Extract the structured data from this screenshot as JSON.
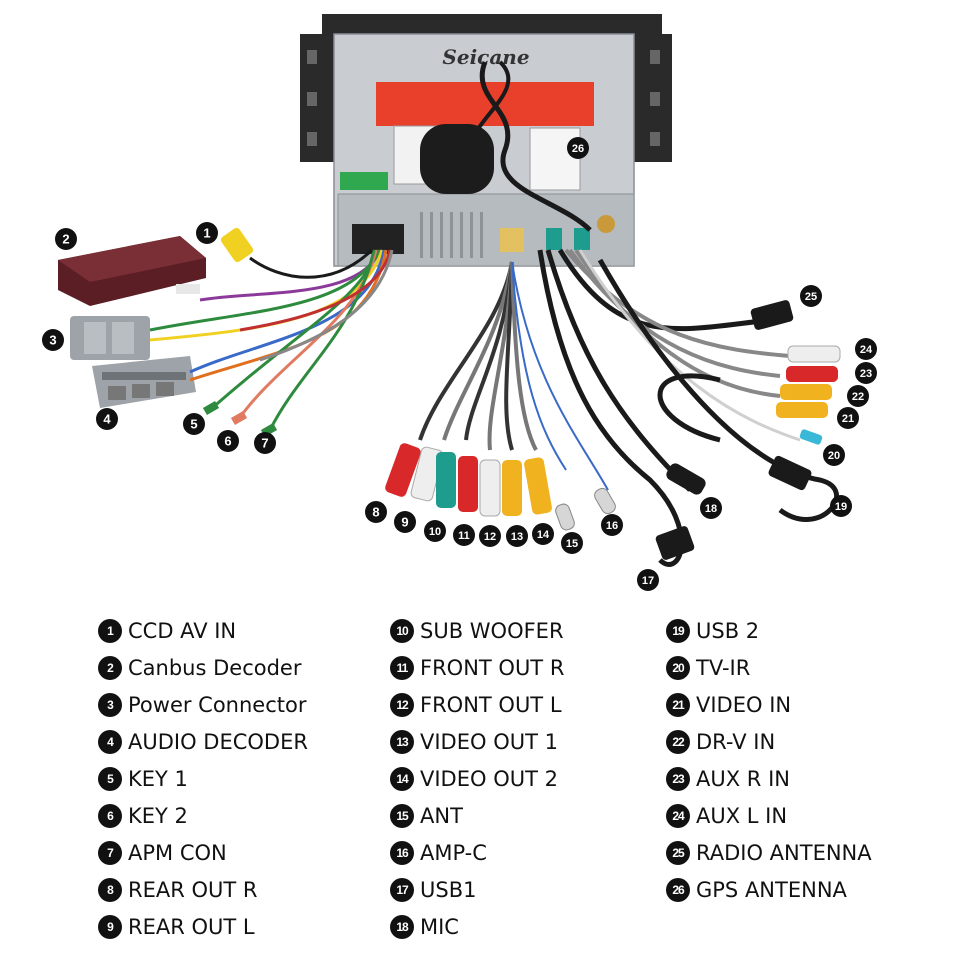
{
  "brand": "Seicane",
  "callouts": [
    {
      "num": "1",
      "label": "CCD AV IN"
    },
    {
      "num": "2",
      "label": "Canbus Decoder"
    },
    {
      "num": "3",
      "label": "Power Connector"
    },
    {
      "num": "4",
      "label": "AUDIO DECODER"
    },
    {
      "num": "5",
      "label": "KEY 1"
    },
    {
      "num": "6",
      "label": "KEY 2"
    },
    {
      "num": "7",
      "label": "APM CON"
    },
    {
      "num": "8",
      "label": "REAR OUT R"
    },
    {
      "num": "9",
      "label": "REAR OUT L"
    },
    {
      "num": "10",
      "label": "SUB WOOFER"
    },
    {
      "num": "11",
      "label": "FRONT OUT R"
    },
    {
      "num": "12",
      "label": "FRONT OUT L"
    },
    {
      "num": "13",
      "label": "VIDEO OUT 1"
    },
    {
      "num": "14",
      "label": "VIDEO OUT 2"
    },
    {
      "num": "15",
      "label": "ANT"
    },
    {
      "num": "16",
      "label": "AMP-C"
    },
    {
      "num": "17",
      "label": "USB1"
    },
    {
      "num": "18",
      "label": "MIC"
    },
    {
      "num": "19",
      "label": "USB 2"
    },
    {
      "num": "20",
      "label": "TV-IR"
    },
    {
      "num": "21",
      "label": "VIDEO IN"
    },
    {
      "num": "22",
      "label": "DR-V IN"
    },
    {
      "num": "23",
      "label": "AUX R IN"
    },
    {
      "num": "24",
      "label": "AUX L IN"
    },
    {
      "num": "25",
      "label": "RADIO ANTENNA"
    },
    {
      "num": "26",
      "label": "GPS ANTENNA"
    }
  ],
  "colors": {
    "badge": "#111111",
    "unit_body": "#c9cdd2",
    "bracket": "#2a2a2a",
    "warning_label": "#e8402a",
    "decoder_box": "#5a1e24",
    "connector_grey": "#9da3a8",
    "rca_red": "#d8282a",
    "rca_white": "#eeeeee",
    "rca_yellow": "#f0b21e",
    "rca_teal": "#1e9c8e",
    "cable_black": "#1a1a1a"
  }
}
